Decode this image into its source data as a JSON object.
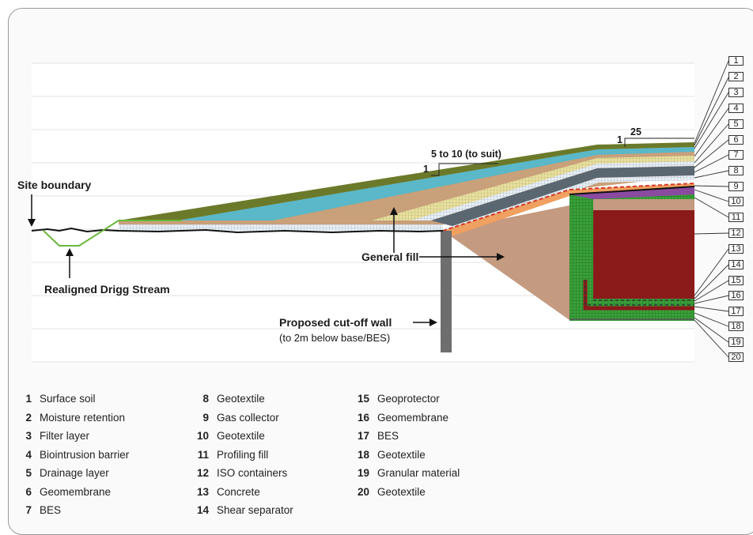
{
  "annotations": {
    "site_boundary": "Site boundary",
    "realigned_stream": "Realigned Drigg Stream",
    "general_fill": "General fill",
    "cutoff_wall": "Proposed cut-off wall",
    "cutoff_wall_sub": "(to 2m below base/BES)",
    "slope_label": "5 to 10 (to suit)",
    "slope_one": "1",
    "cap_slope_one": "1",
    "cap_slope_value": "25"
  },
  "layer_numbers": [
    "1",
    "2",
    "3",
    "4",
    "5",
    "6",
    "7",
    "8",
    "9",
    "10",
    "11",
    "12",
    "13",
    "14",
    "15",
    "16",
    "17",
    "18",
    "19",
    "20"
  ],
  "legend": [
    {
      "num": "1",
      "label": "Surface soil"
    },
    {
      "num": "2",
      "label": "Moisture retention"
    },
    {
      "num": "3",
      "label": "Filter layer"
    },
    {
      "num": "4",
      "label": "Biointrusion barrier"
    },
    {
      "num": "5",
      "label": "Drainage layer"
    },
    {
      "num": "6",
      "label": "Geomembrane"
    },
    {
      "num": "7",
      "label": "BES"
    },
    {
      "num": "8",
      "label": "Geotextile"
    },
    {
      "num": "9",
      "label": "Gas collector"
    },
    {
      "num": "10",
      "label": "Geotextile"
    },
    {
      "num": "11",
      "label": "Profiling fill"
    },
    {
      "num": "12",
      "label": "ISO containers"
    },
    {
      "num": "13",
      "label": "Concrete"
    },
    {
      "num": "14",
      "label": "Shear separator"
    },
    {
      "num": "15",
      "label": "Geoprotector"
    },
    {
      "num": "16",
      "label": "Geomembrane"
    },
    {
      "num": "17",
      "label": "BES"
    },
    {
      "num": "18",
      "label": "Geotextile"
    },
    {
      "num": "19",
      "label": "Granular material"
    },
    {
      "num": "20",
      "label": "Geotextile"
    }
  ],
  "colors": {
    "surface_soil": "#6b7a2a",
    "moisture": "#c8a07a",
    "filter": "#5ab8c8",
    "drainage": "#9fb0c0",
    "geomembrane_grey": "#5a6670",
    "gas_collector": "#f0a060",
    "profiling_fill": "#c49a80",
    "iso_containers": "#8b1a1a",
    "concrete_green": "#3aa03a",
    "geomembrane_purple": "#8a4aa0"
  }
}
